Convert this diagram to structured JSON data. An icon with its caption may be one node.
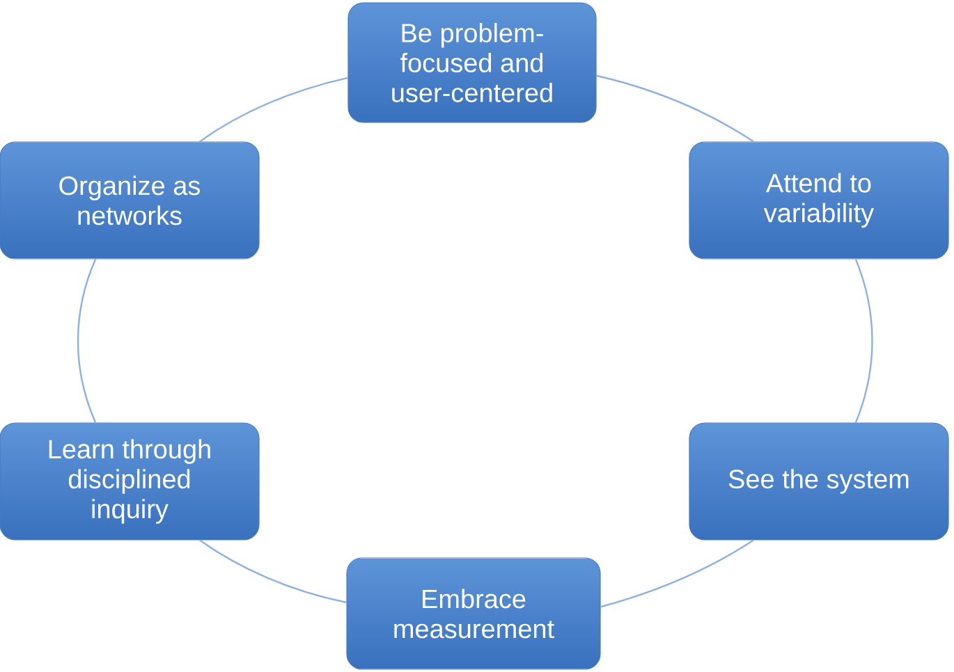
{
  "diagram": {
    "nodes": [
      {
        "text": [
          "Be problem-focused and user-centered"
        ]
      },
      {
        "text": [
          "Attend to variability"
        ]
      },
      {
        "text": [
          "See the system"
        ]
      },
      {
        "text": [
          "Embrace measurement"
        ]
      },
      {
        "text": [
          "Learn through disciplined inquiry"
        ]
      },
      {
        "text": [
          "Organize as networks"
        ]
      }
    ],
    "edges": [
      {
        "from": 0,
        "to": 1,
        "arrow": "none"
      },
      {
        "from": 1,
        "to": 2,
        "arrow": "none"
      },
      {
        "from": 2,
        "to": 3,
        "arrow": "none"
      },
      {
        "from": 3,
        "to": 4,
        "arrow": "none"
      },
      {
        "from": 4,
        "to": 5,
        "arrow": "none"
      },
      {
        "from": 5,
        "to": 0,
        "arrow": "none"
      }
    ]
  }
}
